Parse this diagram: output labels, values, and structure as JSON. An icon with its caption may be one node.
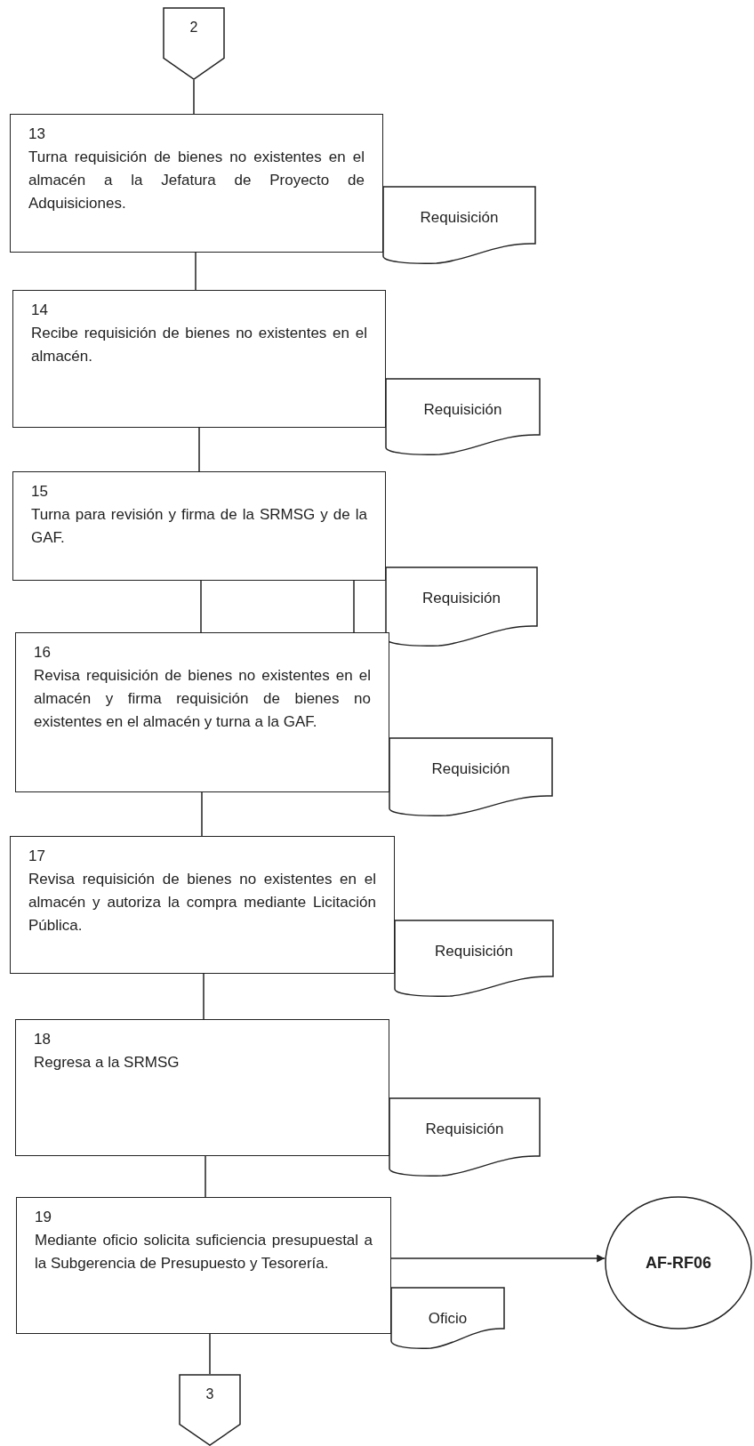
{
  "diagram": {
    "nodes": [
      {
        "text": [
          "2"
        ]
      },
      {
        "text": [
          "13",
          "Turna requisición de bienes no existentes en el almacén a la Jefatura de Proyecto de Adquisiciones."
        ]
      },
      {
        "text": [
          "Requisición"
        ]
      },
      {
        "text": [
          "14",
          "Recibe requisición de bienes no existentes en el almacén."
        ]
      },
      {
        "text": [
          "Requisición"
        ]
      },
      {
        "text": [
          "15",
          "Turna para revisión y firma de la SRMSG y de la GAF."
        ]
      },
      {
        "text": [
          "Requisición"
        ]
      },
      {
        "text": [
          "16",
          "Revisa requisición de bienes no existentes en el almacén y firma requisición de bienes no existentes en el almacén y turna a la GAF."
        ]
      },
      {
        "text": [
          "Requisición"
        ]
      },
      {
        "text": [
          "17",
          "Revisa requisición de bienes no existentes en el almacén y autoriza la compra mediante Licitación Pública."
        ]
      },
      {
        "text": [
          "Requisición"
        ]
      },
      {
        "text": [
          "18",
          "Regresa a la SRMSG"
        ]
      },
      {
        "text": [
          "Requisición"
        ]
      },
      {
        "text": [
          "19",
          "Mediante oficio solicita suficiencia presupuestal a la Subgerencia de Presupuesto y Tesorería."
        ]
      },
      {
        "text": [
          "Oficio"
        ]
      },
      {
        "text": [
          "AF-RF06"
        ]
      },
      {
        "text": [
          "3"
        ]
      }
    ],
    "edges": [
      {
        "from": 0,
        "to": 1,
        "arrow": "none"
      },
      {
        "from": 1,
        "to": 3,
        "arrow": "none"
      },
      {
        "from": 3,
        "to": 5,
        "arrow": "none"
      },
      {
        "from": 5,
        "to": 7,
        "arrow": "none"
      },
      {
        "from": 5,
        "to": 7,
        "arrow": "none"
      },
      {
        "from": 7,
        "to": 9,
        "arrow": "none"
      },
      {
        "from": 9,
        "to": 11,
        "arrow": "none"
      },
      {
        "from": 11,
        "to": 13,
        "arrow": "none"
      },
      {
        "from": 13,
        "to": 15,
        "arrow": "to"
      },
      {
        "from": 13,
        "to": 16,
        "arrow": "none"
      }
    ]
  }
}
